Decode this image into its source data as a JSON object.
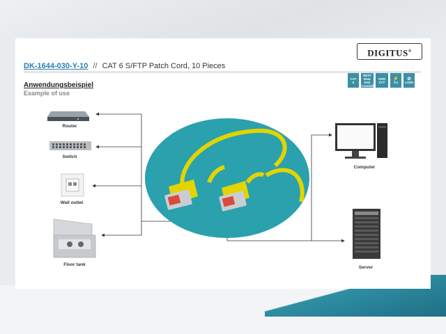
{
  "brand": {
    "logo_text": "DIGITUS",
    "registered": "®"
  },
  "product": {
    "sku": "DK-1644-030-Y-10",
    "separator": "//",
    "name": "CAT 6 S/FTP Patch Cord, 10 Pieces"
  },
  "section": {
    "title_de": "Anwendungsbeispiel",
    "title_en": "Example of use"
  },
  "badges": [
    {
      "icon": "cat6-badge",
      "lines": [
        "CAT",
        "6",
        ""
      ]
    },
    {
      "icon": "next-badge",
      "lines": [
        "NEXT",
        "Near End",
        "Crosstalk"
      ]
    },
    {
      "icon": "awg-badge",
      "lines": [
        "AWG",
        "27/7",
        ""
      ]
    },
    {
      "icon": "pure-copper-badge",
      "lines": [
        "Cu",
        "",
        ""
      ]
    },
    {
      "icon": "lszh-badge",
      "lines": [
        "LSZH",
        "",
        ""
      ]
    }
  ],
  "devices_left": [
    {
      "icon": "router-icon",
      "label": "Router"
    },
    {
      "icon": "switch-icon",
      "label": "Switch"
    },
    {
      "icon": "wall-outlet-icon",
      "label": "Wall outlet"
    },
    {
      "icon": "floor-tank-icon",
      "label": "Floor tank"
    }
  ],
  "devices_right": [
    {
      "icon": "computer-icon",
      "label": "Computer"
    },
    {
      "icon": "server-icon",
      "label": "Server"
    }
  ],
  "colors": {
    "accent_blue": "#2a7fb0",
    "teal_circle": "#2aa1ad",
    "cable_yellow": "#e3d400",
    "connector_red": "#d94a3a",
    "badge_teal": "#3a8fa5"
  }
}
